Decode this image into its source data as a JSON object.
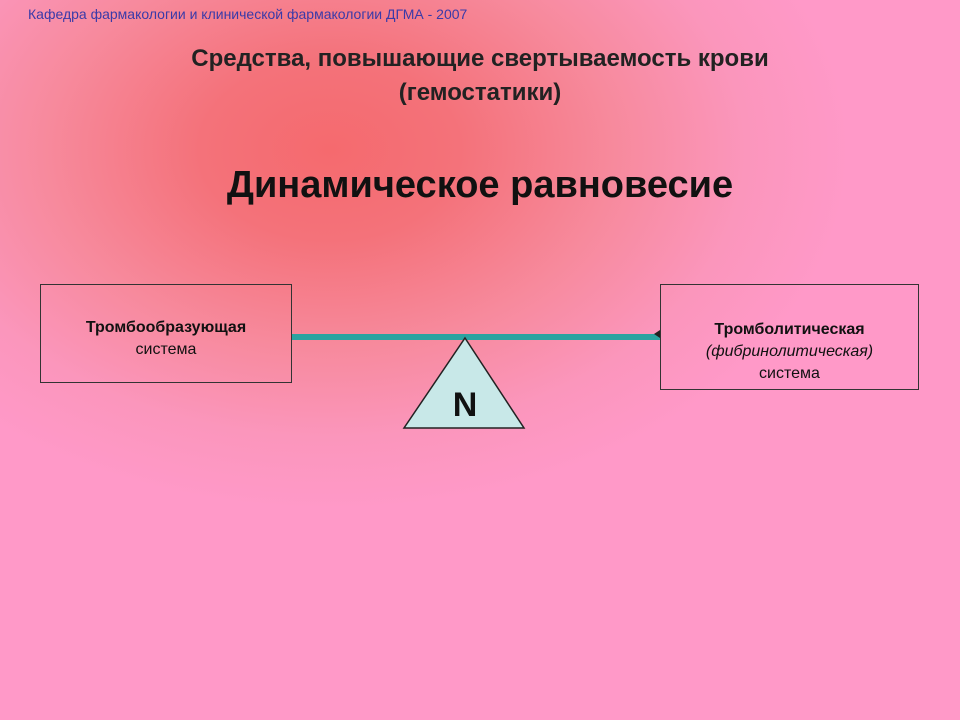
{
  "header": {
    "caption": "Кафедра  фармакологии и клинической фармакологии ДГМА - 2007"
  },
  "title": {
    "line1": "Средства, повышающие свертываемость крови",
    "line2": "(гемостатики)"
  },
  "subtitle": "Динамическое равновесие",
  "left_box": {
    "line1": "Тромбообразующая",
    "line2": "система"
  },
  "right_box": {
    "line1": "Тромболитическая",
    "line2": "(фибринолитическая)",
    "line3": "система"
  },
  "fulcrum": {
    "label": "N"
  },
  "colors": {
    "background": "#ff99c8",
    "beam": "#2aa3a0",
    "fulcrum_fill": "#c8e8e8",
    "header_text": "#3a3aa8"
  }
}
